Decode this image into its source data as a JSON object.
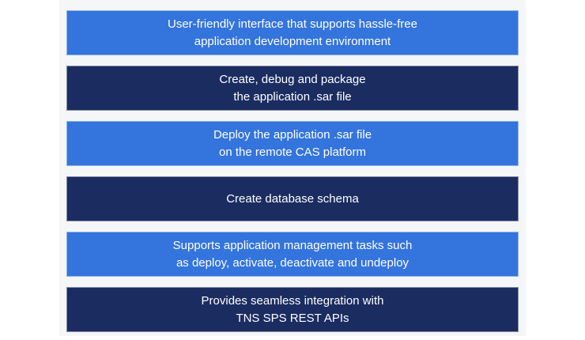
{
  "colors": {
    "blue": "#3474dd",
    "navy": "#1b2c61",
    "panel_background": "#f5f6f8",
    "page_background": "#ffffff",
    "text": "#ffffff"
  },
  "bars": [
    {
      "style": "blue",
      "text": "User-friendly interface that supports hassle-free\napplication development environment"
    },
    {
      "style": "navy",
      "text": "Create, debug and package\nthe application .sar file"
    },
    {
      "style": "blue",
      "text": "Deploy the application .sar file\non the remote CAS platform"
    },
    {
      "style": "navy",
      "text": "Create database schema"
    },
    {
      "style": "blue",
      "text": "Supports application management tasks such\nas deploy, activate, deactivate and undeploy"
    },
    {
      "style": "navy",
      "text": "Provides seamless integration with\nTNS SPS REST APIs"
    }
  ]
}
